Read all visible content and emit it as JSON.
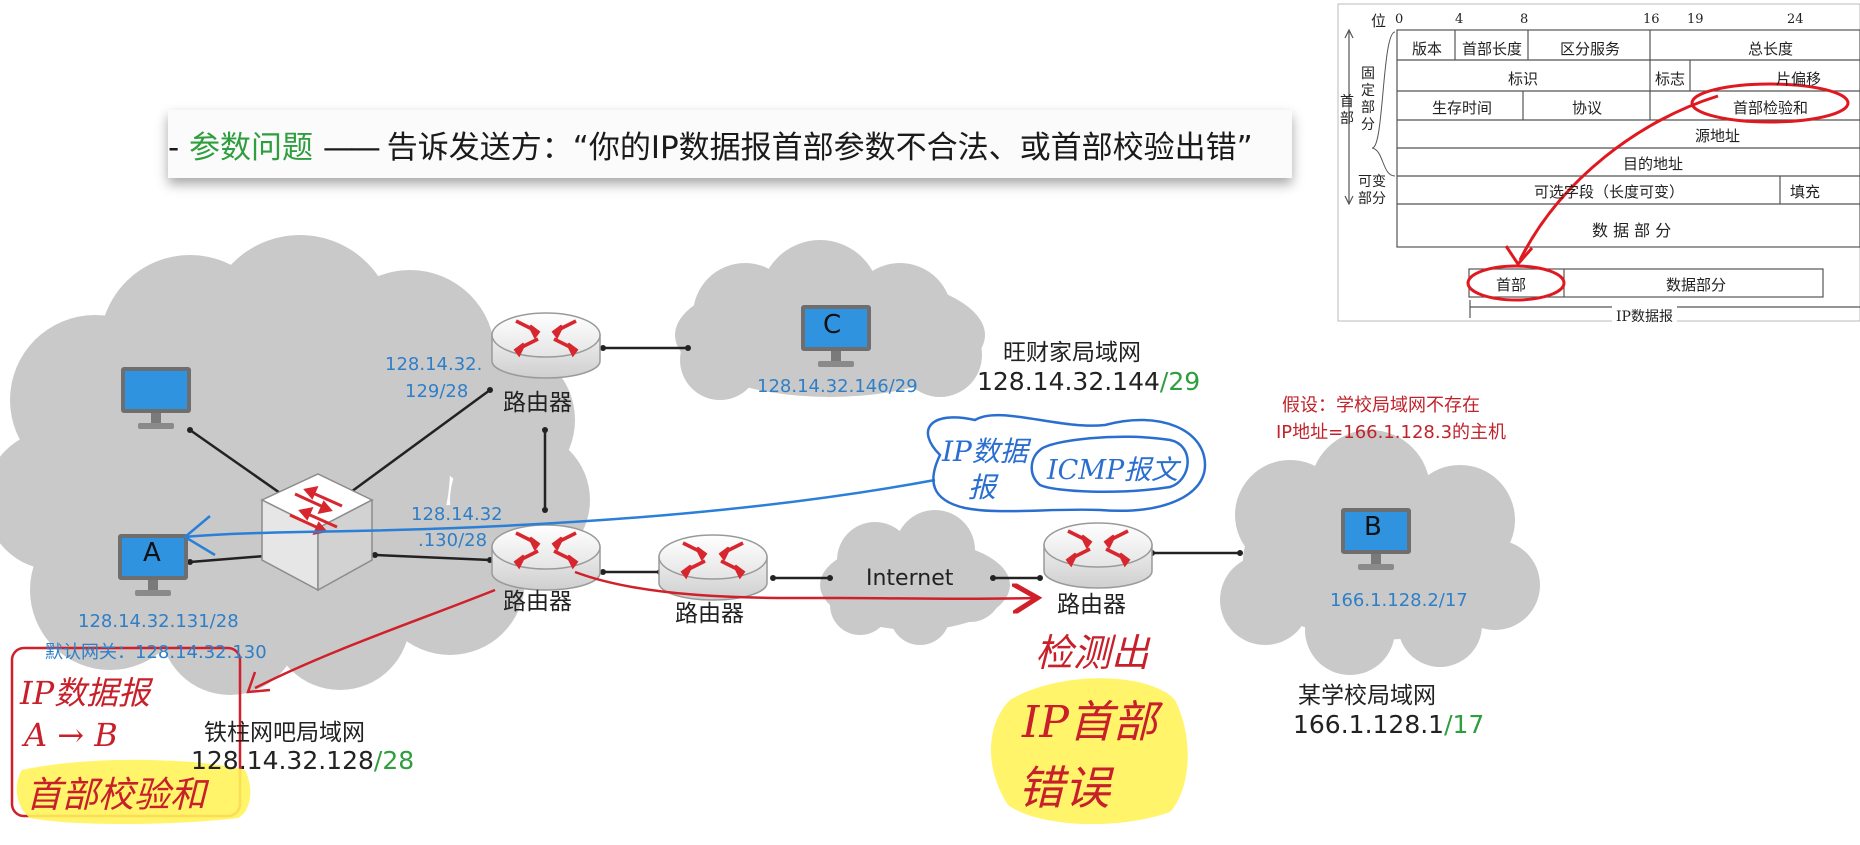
{
  "banner": {
    "dash_left": "-",
    "keyword": "参数问题",
    "dash_mid": "——",
    "text": "告诉发送方：“你的IP数据报首部参数不合法、或首部校验出错”"
  },
  "networks": {
    "tiezhu": {
      "name": "铁柱网吧局域网",
      "prefix": "128.14.32.128",
      "mask": "/28"
    },
    "wangcai": {
      "name": "旺财家局域网",
      "prefix": "128.14.32.144",
      "mask": "/29"
    },
    "school": {
      "name": "某学校局域网",
      "prefix": "166.1.128.1",
      "mask": "/17"
    },
    "internet": {
      "name": "Internet"
    }
  },
  "hosts": {
    "A": {
      "label": "A",
      "ip": "128.14.32.131/28",
      "gateway": "默认网关：128.14.32.130"
    },
    "B": {
      "label": "B",
      "ip": "166.1.128.2/17"
    },
    "C": {
      "label": "C",
      "ip": "128.14.32.146/29"
    }
  },
  "routers": {
    "top": {
      "label": "路由器",
      "iface_line1": "128.14.32.",
      "iface_line2": "129/28"
    },
    "mid": {
      "label": "路由器",
      "iface_line1": "128.14.32",
      "iface_line2": ".130/28"
    },
    "inner": {
      "label": "路由器"
    },
    "school": {
      "label": "路由器"
    }
  },
  "assumption": {
    "line1": "假设：学校局域网不存在",
    "line2": "IP地址=166.1.128.3的主机"
  },
  "handwriting": {
    "ip_datagram_l1": "IP数据",
    "ip_datagram_l2": "报",
    "icmp_msg": "ICMP报文",
    "detect": "检测出",
    "ip_header_l1": "IP首部",
    "ip_header_l2": "错误",
    "packet_l1": "IP数据报",
    "packet_l2": "A → B",
    "packet_l3": "首部校验和"
  },
  "header_table": {
    "bit_label": "位",
    "bits": [
      "0",
      "4",
      "8",
      "16",
      "19",
      "24"
    ],
    "side_header": "首部",
    "side_fixed": "固定部分",
    "side_variable": "可变部分",
    "row1": [
      "版本",
      "首部长度",
      "区分服务",
      "总长度"
    ],
    "row2": [
      "标识",
      "标志",
      "片偏移"
    ],
    "row3": [
      "生存时间",
      "协议",
      "首部检验和"
    ],
    "row4": "源地址",
    "row5": "目的地址",
    "row6": [
      "可选字段（长度可变）",
      "填充"
    ],
    "row7": "数  据  部  分",
    "packet": [
      "首部",
      "数据部分"
    ],
    "packet_caption": "IP数据报"
  },
  "colors": {
    "cloud": "#c9c9c9",
    "monitor": "#2f93e0",
    "red_ink": "#d0202a",
    "blue_ink": "#2a7fd8",
    "highlight": "#fff35a",
    "mask_green": "#2e9e3e"
  }
}
